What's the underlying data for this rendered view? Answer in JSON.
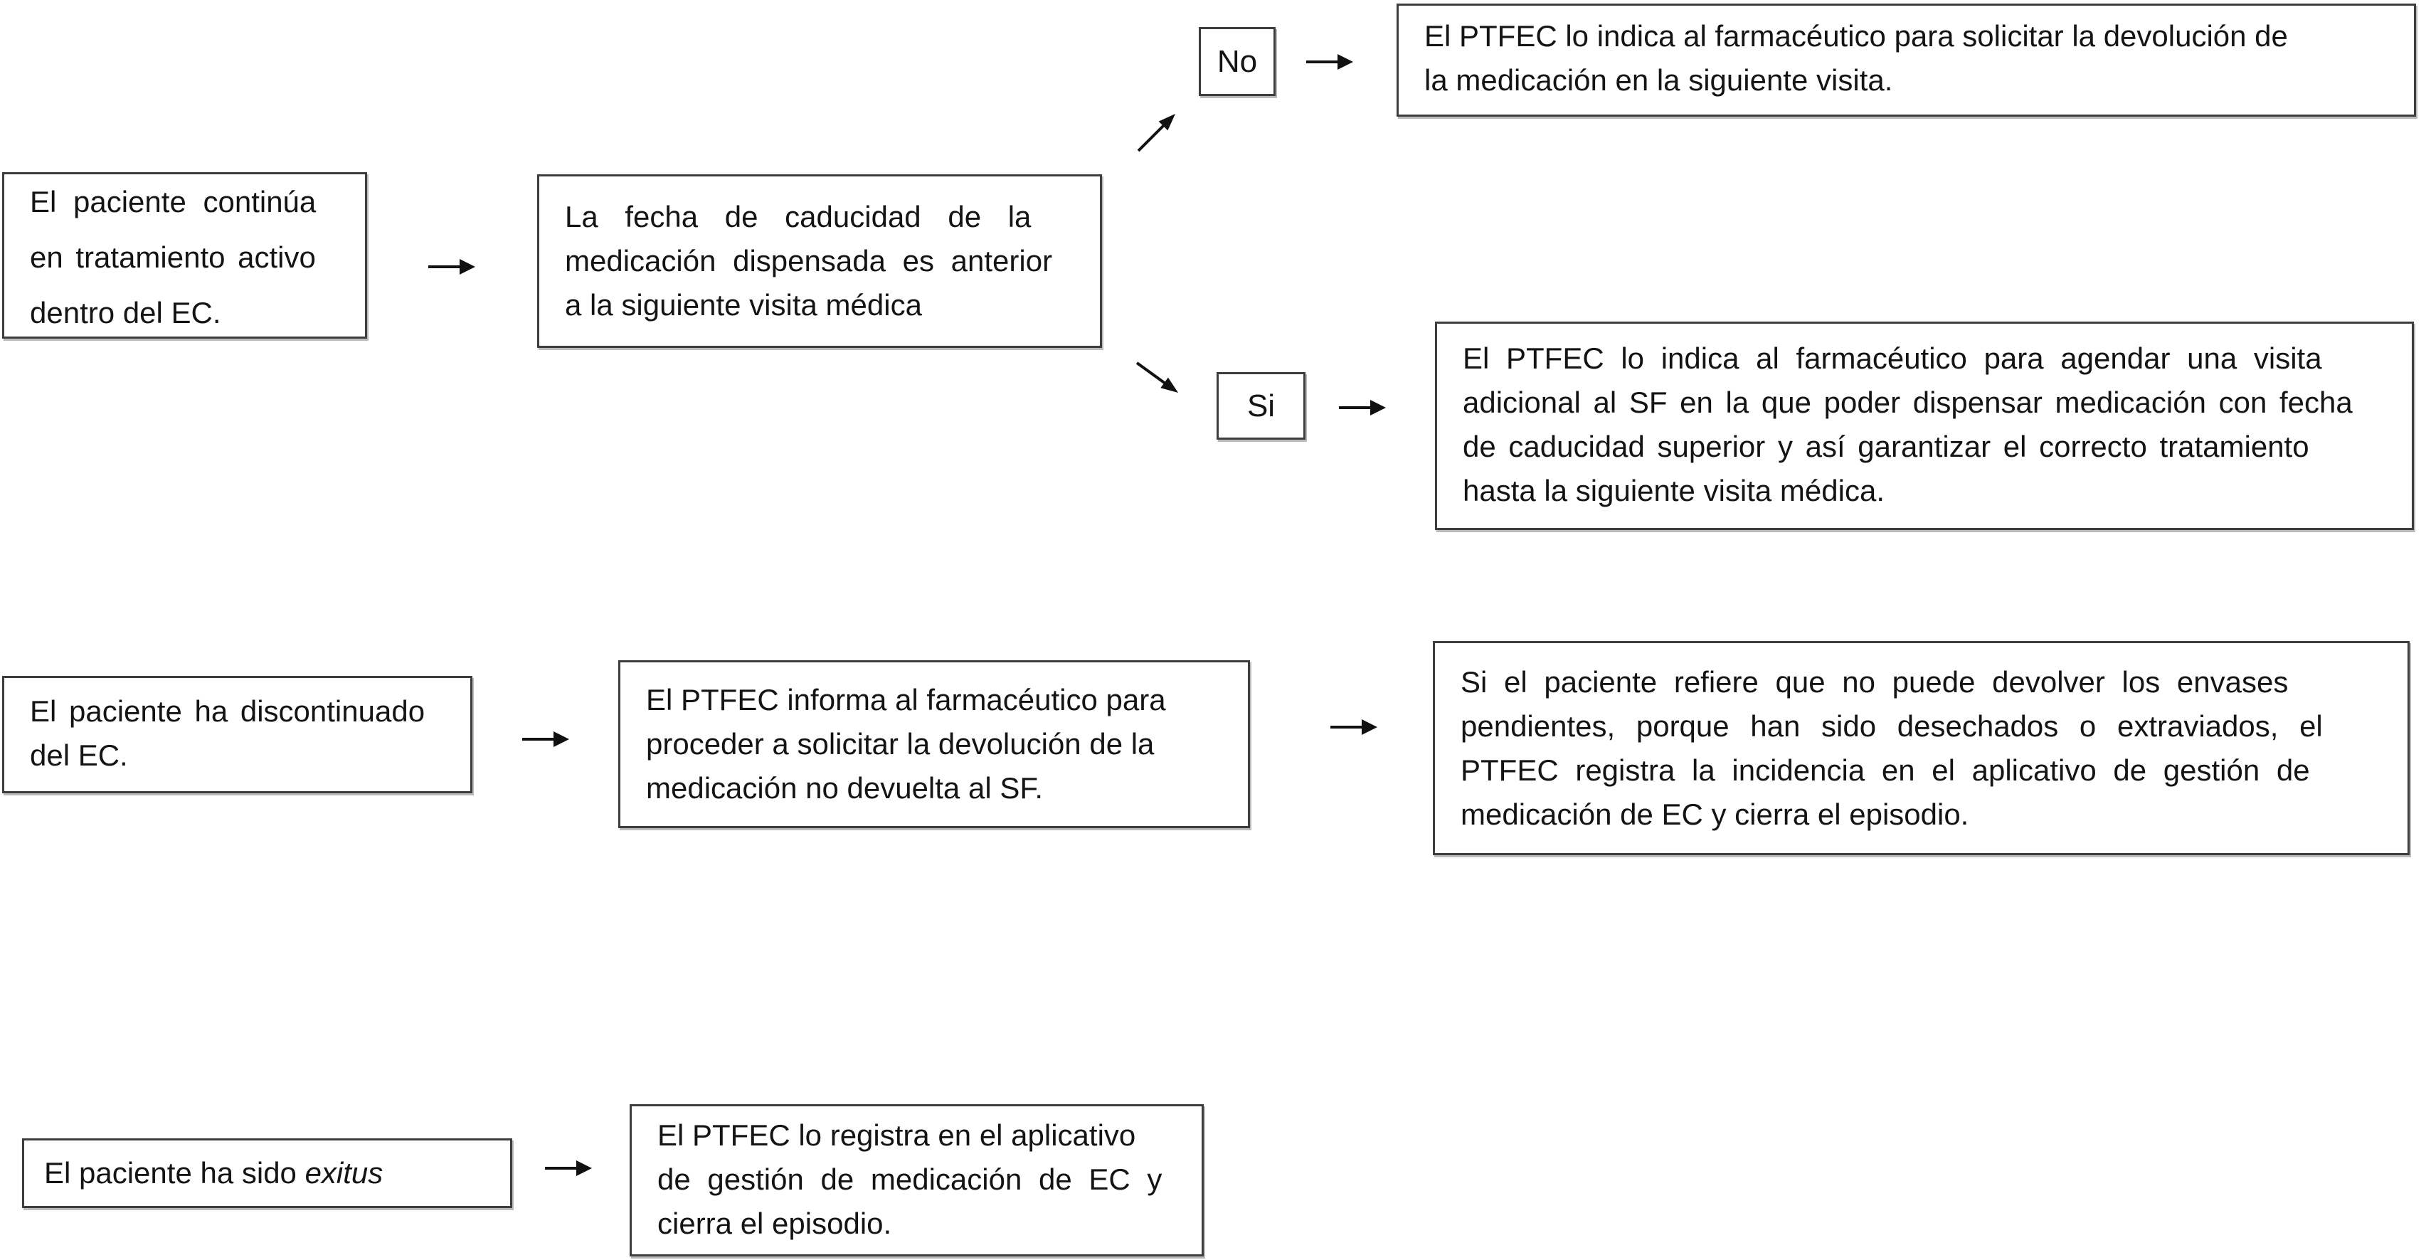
{
  "page": {
    "background": "#ffffff",
    "border_color": "#3d3d3d",
    "text_color": "#141414",
    "arrow_color": "#111111"
  },
  "flowchart": {
    "row1": {
      "start": {
        "lines": [
          "El paciente continúa",
          "en tratamiento activo",
          "dentro del EC."
        ]
      },
      "condition": {
        "lines": [
          "La fecha de caducidad de la",
          "medicación dispensada es anterior",
          "a la siguiente visita médica"
        ]
      },
      "no_label": "No",
      "no_outcome": {
        "lines": [
          "El PTFEC lo indica al farmacéutico para solicitar la devolución de",
          "la medicación en la siguiente visita."
        ]
      },
      "si_label": "Si",
      "si_outcome": {
        "lines": [
          "El PTFEC lo indica al farmacéutico para agendar una visita",
          "adicional al SF en la que poder dispensar medicación con fecha",
          "de caducidad superior y así garantizar el correcto tratamiento",
          "hasta la siguiente visita médica."
        ]
      }
    },
    "row2": {
      "start": {
        "lines": [
          "El paciente ha discontinuado",
          "del EC."
        ]
      },
      "action": {
        "lines": [
          "El PTFEC informa al farmacéutico para",
          "proceder a solicitar la devolución de la",
          "medicación no devuelta al SF."
        ]
      },
      "outcome": {
        "lines": [
          "Si el paciente refiere que no puede devolver los envases",
          "pendientes, porque han sido desechados o extraviados, el",
          "PTFEC registra la incidencia en el aplicativo de gestión de",
          "medicación de EC y cierra el episodio."
        ]
      }
    },
    "row3": {
      "start": {
        "text_prefix": "El paciente ha sido ",
        "text_italic": "exitus"
      },
      "action": {
        "lines": [
          "El PTFEC lo registra en el aplicativo",
          "de gestión de medicación de EC y",
          "cierra el episodio."
        ]
      }
    }
  }
}
